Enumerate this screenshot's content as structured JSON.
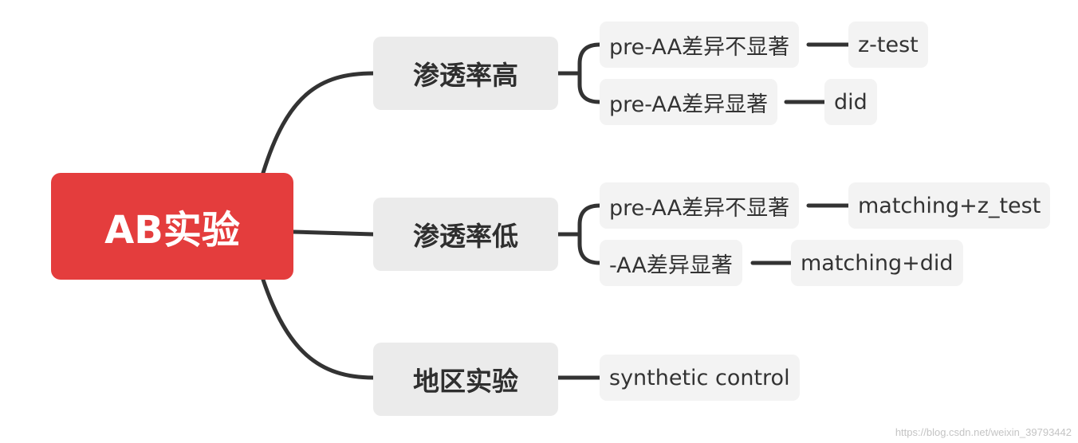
{
  "root": {
    "label": "AB实验",
    "color": "#e43d3d"
  },
  "branches": [
    {
      "label": "渗透率高",
      "children": [
        {
          "label": "pre-AA差异不显著",
          "method": "z-test"
        },
        {
          "label": "pre-AA差异显著",
          "method": "did"
        }
      ]
    },
    {
      "label": "渗透率低",
      "children": [
        {
          "label": "pre-AA差异不显著",
          "method": "matching+z_test"
        },
        {
          "label": "-AA差异显著",
          "method": "matching+did"
        }
      ]
    },
    {
      "label": "地区实验",
      "children": [
        {
          "label": "synthetic control"
        }
      ]
    }
  ],
  "watermark": "https://blog.csdn.net/weixin_39793442",
  "colors": {
    "line": "#333333",
    "branch_bg": "#ebebeb",
    "leaf_bg": "#f3f3f3"
  }
}
